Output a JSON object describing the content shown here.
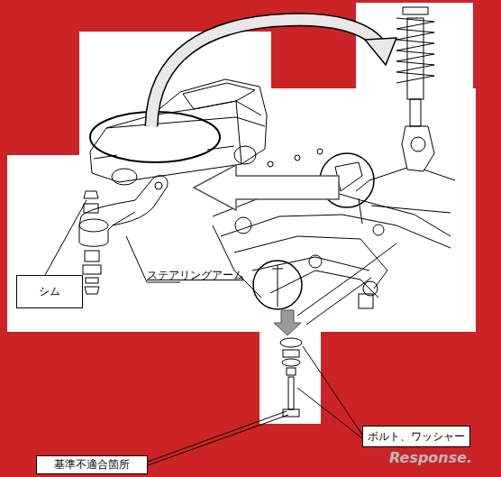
{
  "diagram": {
    "nodes": [
      {
        "text": [
          "シム"
        ]
      },
      {
        "text": [
          "ボルト、ワッシャー"
        ]
      },
      {
        "text": [
          "基準不適合箇所"
        ]
      }
    ],
    "labels": [
      "ステアリングアーム",
      "Response."
    ]
  }
}
